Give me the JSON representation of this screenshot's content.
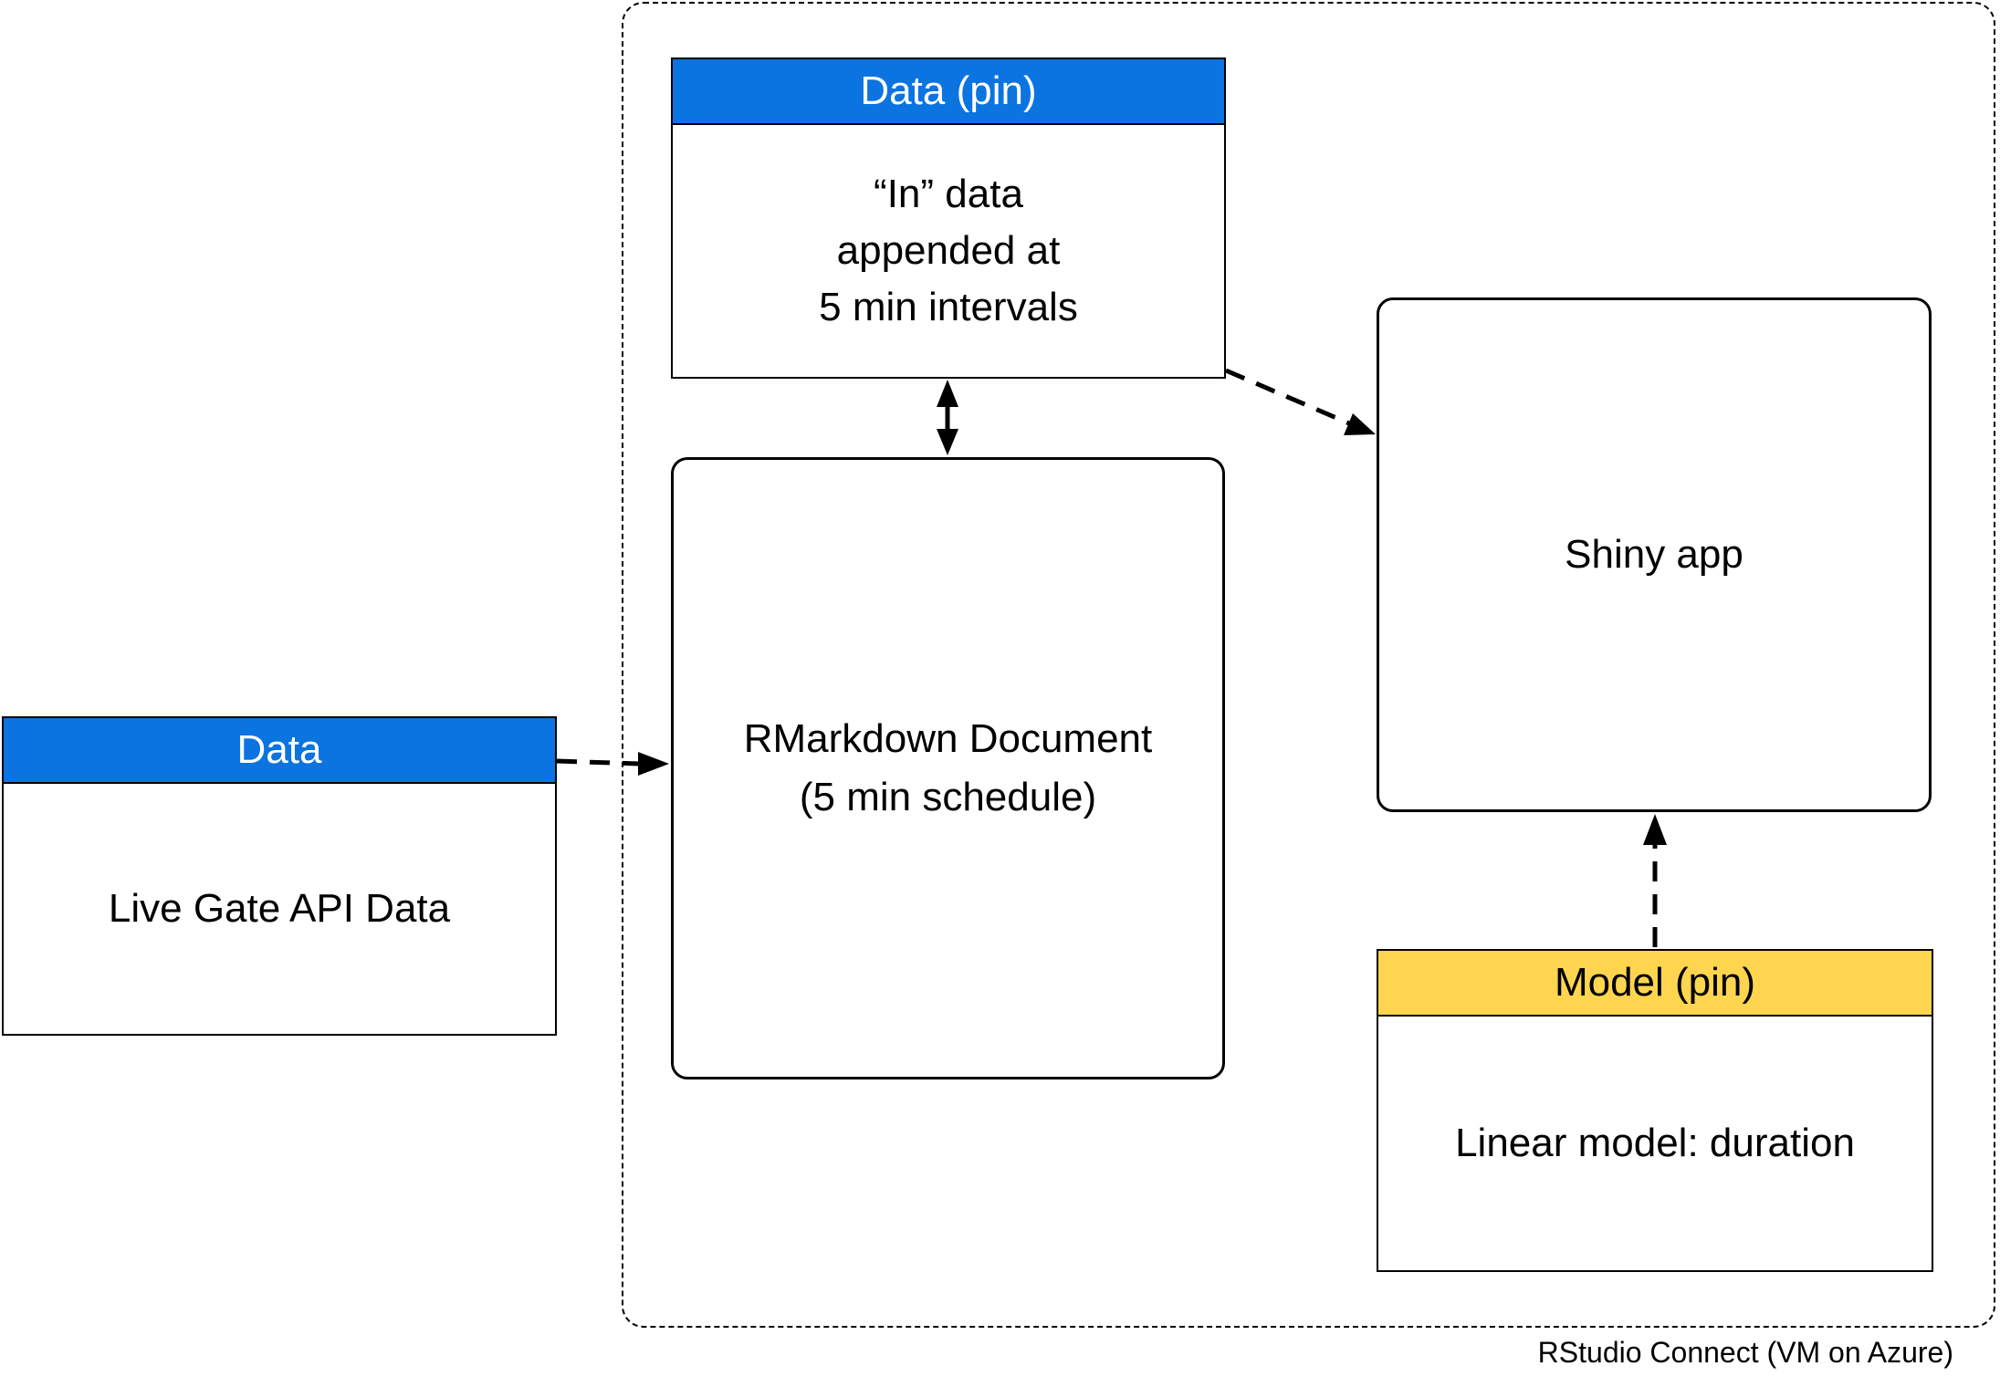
{
  "boundary": {
    "label": "RStudio Connect (VM on Azure)"
  },
  "source_card": {
    "header": "Data",
    "body": "Live Gate API Data",
    "header_color": "#0b74e0"
  },
  "pin_card": {
    "header": "Data (pin)",
    "body_lines": [
      "“In” data",
      "appended at",
      "5 min intervals"
    ],
    "header_color": "#0b74e0"
  },
  "rmarkdown": {
    "lines": [
      "RMarkdown Document",
      "(5 min schedule)"
    ]
  },
  "shiny": {
    "label": "Shiny app"
  },
  "model_card": {
    "header": "Model (pin)",
    "body": "Linear model: duration",
    "header_color": "#ffd54f"
  },
  "edges": [
    {
      "from": "Data",
      "to": "RMarkdown Document",
      "style": "dashed"
    },
    {
      "from": "Data (pin)",
      "to": "RMarkdown Document",
      "style": "solid",
      "direction": "both"
    },
    {
      "from": "Data (pin)",
      "to": "Shiny app",
      "style": "dashed"
    },
    {
      "from": "Model (pin)",
      "to": "Shiny app",
      "style": "dashed"
    }
  ]
}
